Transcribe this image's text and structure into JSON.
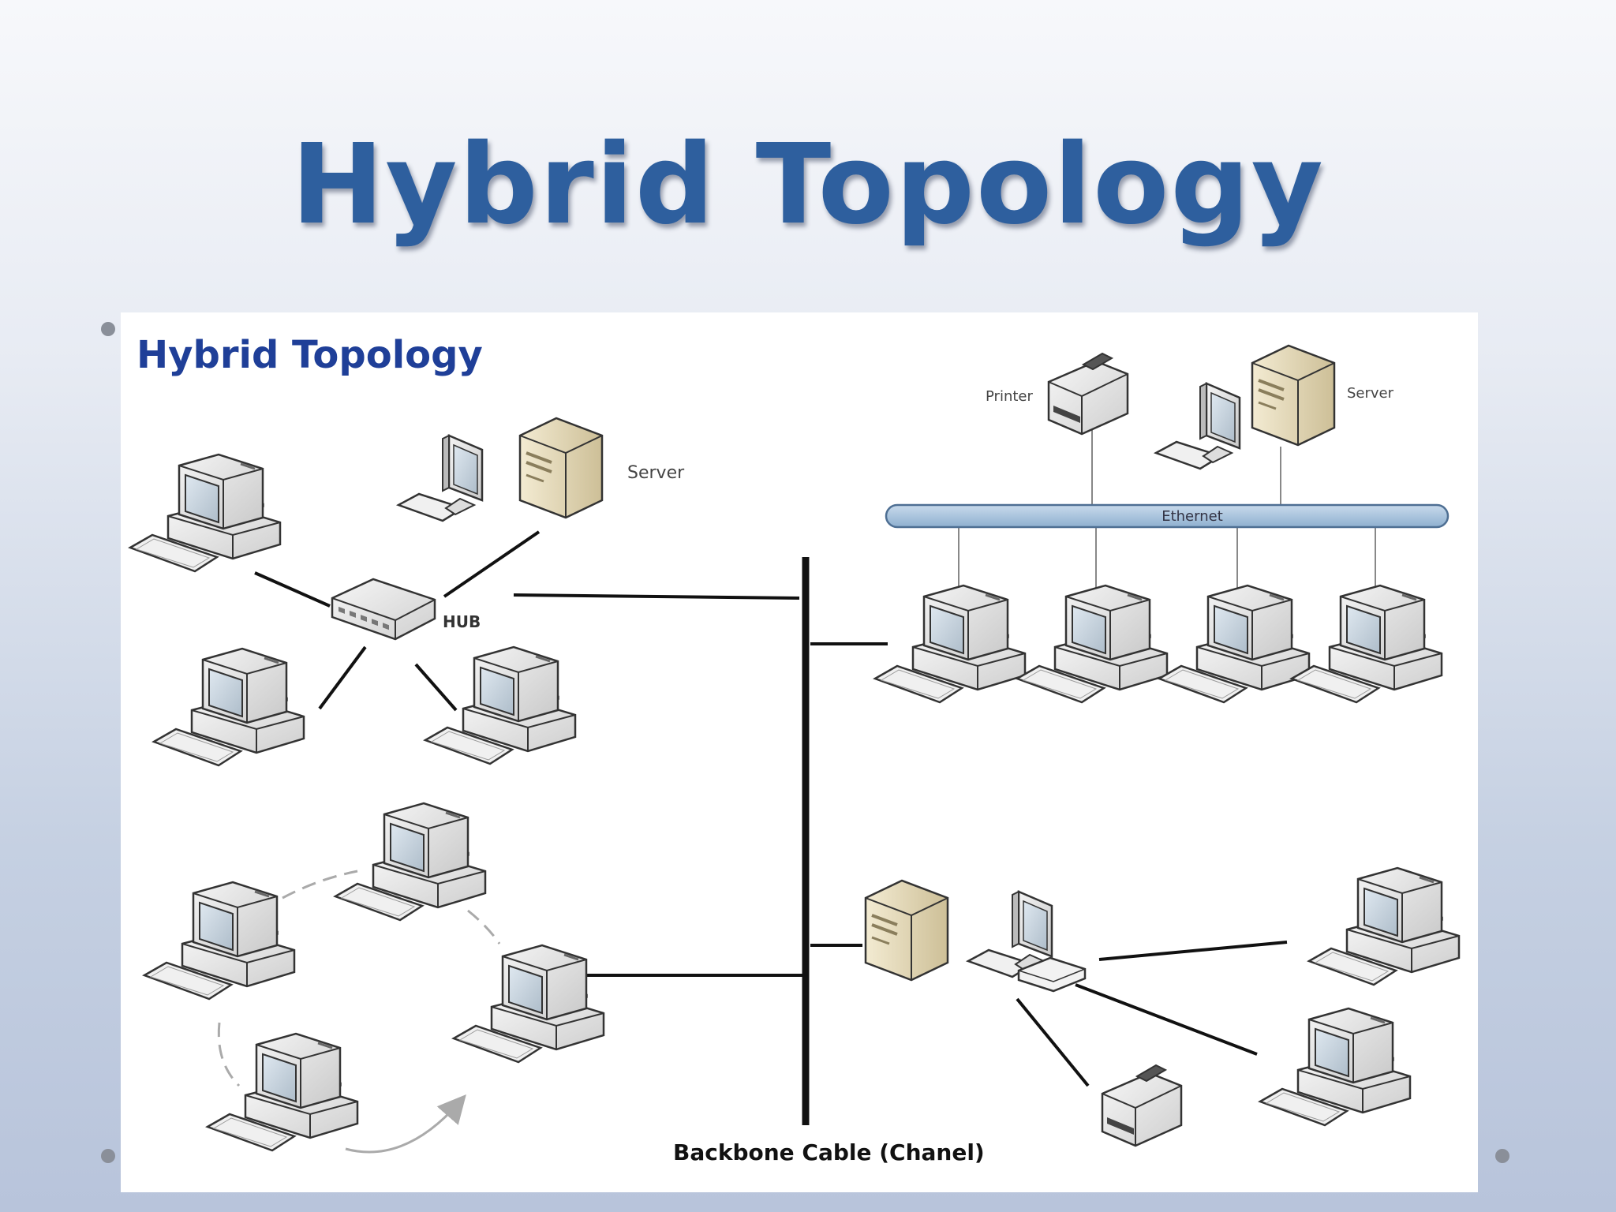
{
  "slide": {
    "title": "Hybrid Topology"
  },
  "diagram": {
    "heading": "Hybrid Topology",
    "labels": {
      "server_star": "Server",
      "hub": "HUB",
      "printer_bus": "Printer",
      "server_bus": "Server",
      "ethernet": "Ethernet",
      "backbone": "Backbone Cable (Chanel)"
    }
  },
  "colors": {
    "title": "#2e5f9e",
    "heading": "#1f3f98",
    "ethernet_bar": "#a8c3de",
    "server_case": "#e9dfc2"
  },
  "icons": [
    "computer-icon",
    "server-icon",
    "printer-icon",
    "hub-icon",
    "switch-icon"
  ]
}
